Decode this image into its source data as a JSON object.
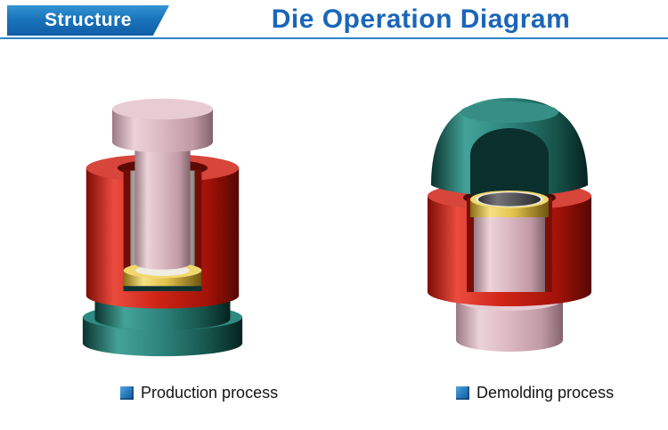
{
  "header": {
    "badge": "Structure",
    "title": "Die Operation Diagram"
  },
  "figures": [
    {
      "name": "production-process",
      "caption": "Production process"
    },
    {
      "name": "demolding-process",
      "caption": "Demolding process"
    }
  ],
  "colors": {
    "accent_blue": "#1b66b8",
    "header_rule_blue": "#2e86c6",
    "die_red": "#d02517",
    "punch_pink": "#dab8c1",
    "base_teal": "#2c837b",
    "ring_gold": "#e3c24a",
    "compact_powder_white": "#efede0",
    "pressed_part_gray": "#55555a"
  }
}
